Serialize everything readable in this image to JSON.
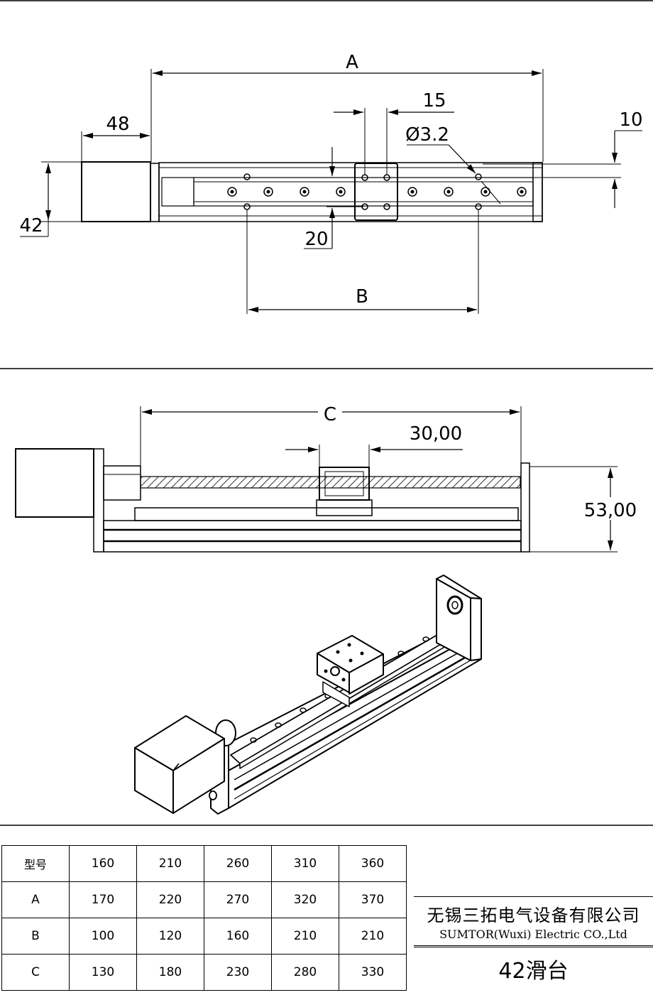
{
  "top_view": {
    "dim_A": "A",
    "dim_B": "B",
    "dim_48": "48",
    "dim_42": "42",
    "dim_15": "15",
    "dim_hole": "Ø3.2",
    "dim_10": "10",
    "dim_20": "20"
  },
  "side_view": {
    "dim_C": "C",
    "dim_30": "30,00",
    "dim_53": "53,00"
  },
  "spec_table": {
    "header": [
      "型号",
      "160",
      "210",
      "260",
      "310",
      "360"
    ],
    "rows": [
      [
        "A",
        "170",
        "220",
        "270",
        "320",
        "370"
      ],
      [
        "B",
        "100",
        "120",
        "160",
        "210",
        "210"
      ],
      [
        "C",
        "130",
        "180",
        "230",
        "280",
        "330"
      ]
    ]
  },
  "title_block": {
    "company_cn": "无锡三拓电气设备有限公司",
    "company_en": "SUMTOR(Wuxi) Electric CO.,Ltd",
    "product": "42滑台"
  }
}
